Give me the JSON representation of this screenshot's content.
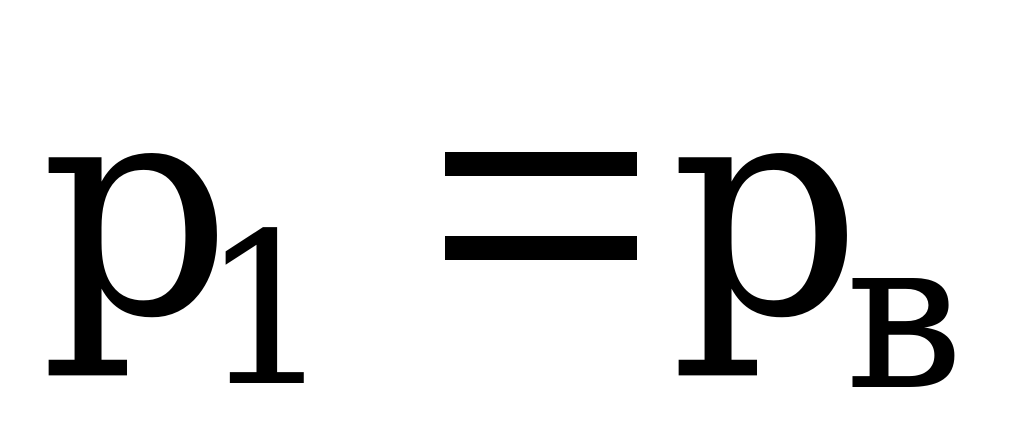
{
  "formula": {
    "lhs": {
      "base": "p",
      "subscript": "1"
    },
    "operator": "=",
    "rhs": {
      "base": "p",
      "subscript": "в"
    }
  }
}
